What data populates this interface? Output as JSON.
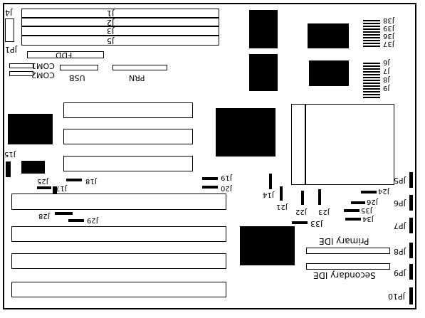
{
  "connectors": {
    "j4": "J4",
    "jp1": "JP1",
    "j1": "J1",
    "j2": "J2",
    "j3": "J3",
    "j5": "J5",
    "fdd": "FDD",
    "com1": "COM1",
    "com2": "COM2",
    "usb": "USB",
    "prn": "PRN",
    "j15": "J15",
    "j25": "J25",
    "j17": "J17",
    "j18": "J18",
    "j19": "J19",
    "j20": "J20",
    "j28": "J28",
    "j29": "J29",
    "j14": "J14",
    "j21": "J21",
    "j22": "J22",
    "j23": "J23",
    "j33": "J33",
    "j24": "J24",
    "j26": "J26",
    "j35": "J35",
    "j34": "J34",
    "j38": "J38",
    "j39": "J39",
    "j36": "J36",
    "j37": "J37",
    "j6": "J6",
    "j7": "J7",
    "j8": "J8",
    "j9": "J9",
    "jp5": "JP5",
    "jp6": "JP6",
    "jp7": "JP7",
    "jp8": "JP8",
    "jp9": "JP9",
    "jp10": "JP10",
    "primary_ide": "Primary IDE",
    "secondary_ide": "Secondary IDE"
  }
}
